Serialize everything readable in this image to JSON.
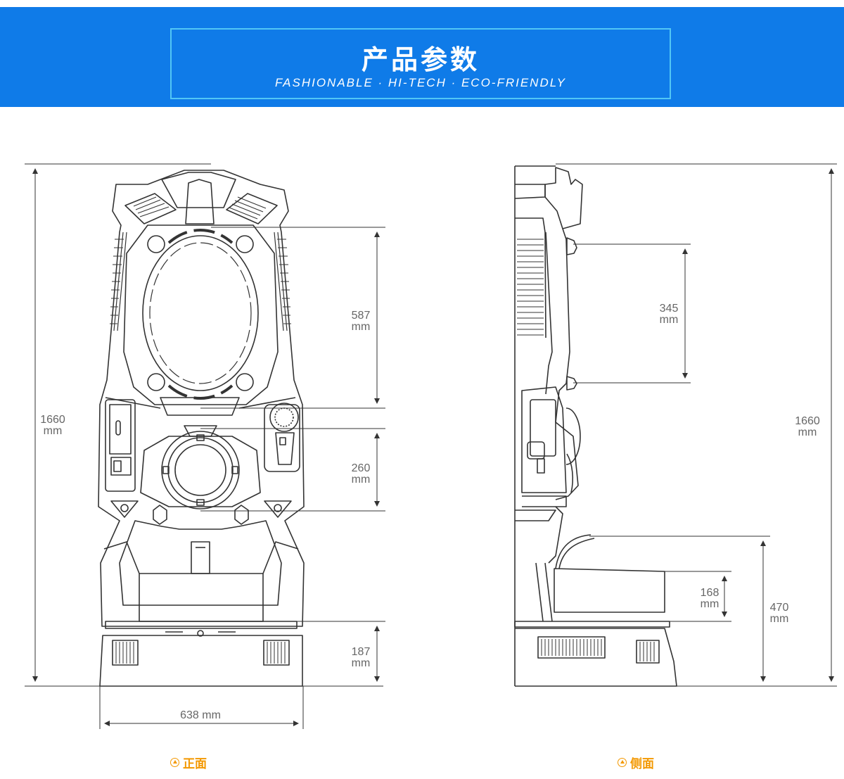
{
  "header": {
    "title": "产品参数",
    "subtitle": "FASHIONABLE · HI-TECH · ECO-FRIENDLY"
  },
  "front_view": {
    "caption": "正面",
    "dims": {
      "total_height": [
        "1660",
        "mm"
      ],
      "mirror_height": [
        "587",
        "mm"
      ],
      "middle_height": [
        "260",
        "mm"
      ],
      "base_height": [
        "187",
        "mm"
      ],
      "width": "638 mm"
    }
  },
  "side_view": {
    "caption": "侧面",
    "dims": {
      "upper_height": [
        "345",
        "mm"
      ],
      "total_height": [
        "1660",
        "mm"
      ],
      "seat_height": [
        "168",
        "mm"
      ],
      "shelf_height": [
        "470",
        "mm"
      ]
    }
  },
  "colors": {
    "banner": "#0f7be8",
    "banner_border": "#52c6f5",
    "caption": "#f39800",
    "line": "#333333",
    "dim_text": "#666666"
  }
}
